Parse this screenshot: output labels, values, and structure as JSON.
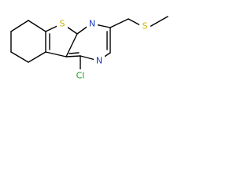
{
  "molecule": {
    "atoms": {
      "s_thiophene": {
        "label": "S",
        "color": "#c8b400"
      },
      "n_top": {
        "label": "N",
        "color": "#1f3fbf"
      },
      "n_bottom": {
        "label": "N",
        "color": "#1f3fbf"
      },
      "s_thioether": {
        "label": "S",
        "color": "#c8b400"
      },
      "cl": {
        "label": "Cl",
        "color": "#1a9e1a"
      }
    }
  }
}
